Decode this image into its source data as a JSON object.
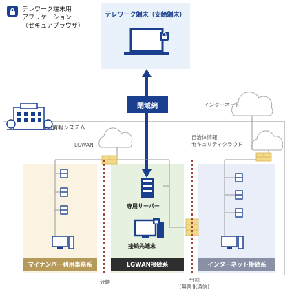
{
  "legend": {
    "line1": "テレワーク端末用",
    "line2": "アプリケーション",
    "line3": "（セキュアブラウザ）",
    "icon": "lock-icon"
  },
  "top_terminal": {
    "title": "テレワーク端末（支給端末）"
  },
  "closed_network": {
    "label": "閉域網"
  },
  "internet": {
    "label": "インターネット"
  },
  "municipal_system": {
    "label": "自治体情報システム"
  },
  "lgwan": {
    "label": "LGWAN"
  },
  "security_cloud": {
    "line1": "自治体情報",
    "line2": "セキュリティクラウド"
  },
  "devices": {
    "server_label": "専用サーバー",
    "terminal_label": "接続先端末"
  },
  "zones": {
    "mynumber": "マイナンバー利用事務系",
    "lgwan_conn": "LGWAN接続系",
    "internet_conn": "インターネット接続系"
  },
  "separation": {
    "left": "分離",
    "right_line1": "分割",
    "right_line2": "（無害化通信）"
  },
  "colors": {
    "navy": "#1a3f8f",
    "mynumber_zone": "#faf3e2",
    "lgwan_zone": "#e6f2df",
    "internet_zone": "#e9eef8",
    "separator": "#a0483a"
  }
}
